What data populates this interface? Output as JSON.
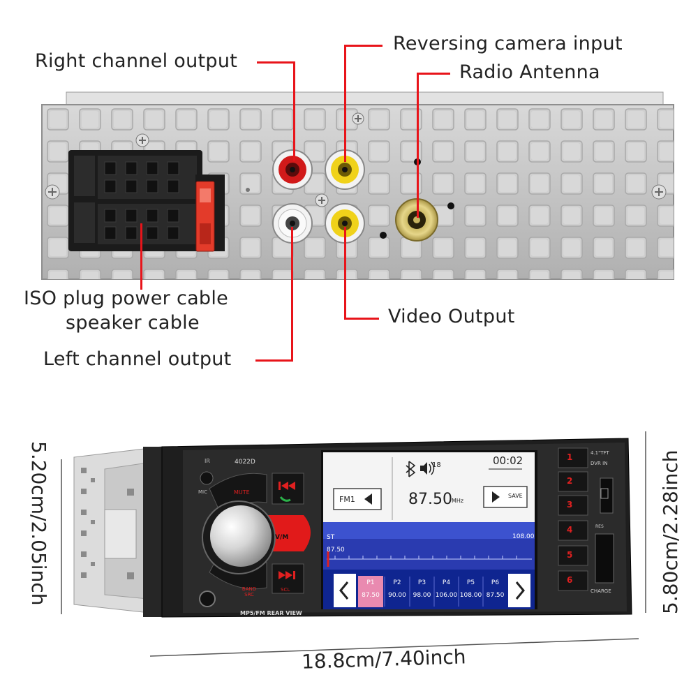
{
  "labels": {
    "right_channel": "Right channel output",
    "reversing_camera": "Reversing camera input",
    "radio_antenna": "Radio Antenna",
    "iso_plug_line1": "ISO plug power cable",
    "iso_plug_line2": "speaker cable",
    "video_output": "Video Output",
    "left_channel": "Left channel output"
  },
  "dimensions": {
    "height_left": "5.20cm/2.05inch",
    "height_right": "5.80cm/2.28inch",
    "width": "18.8cm/7.40inch"
  },
  "device": {
    "ir": "IR",
    "mic": "MIC",
    "model": "4022D",
    "mute": "MUTE",
    "v_m": "V/M",
    "band": "BAND",
    "band_sub": "SRC",
    "scl": "SCL",
    "footer": "MP5/FM REAR VIEW",
    "tft": "4.1\"TFT",
    "dvr_in": "DVR IN",
    "res": "RES",
    "charge": "CHARGE",
    "side_buttons": [
      "1",
      "2",
      "3",
      "4",
      "5",
      "6"
    ]
  },
  "screen": {
    "volume": "18",
    "time": "00:02",
    "band_label": "FM1",
    "frequency": "87.50",
    "unit": "MHz",
    "save": "SAVE",
    "st": "ST",
    "scale_min": "87.50",
    "scale_max": "108.00",
    "presets": [
      {
        "name": "P1",
        "freq": "87.50"
      },
      {
        "name": "P2",
        "freq": "90.00"
      },
      {
        "name": "P3",
        "freq": "98.00"
      },
      {
        "name": "P4",
        "freq": "106.00"
      },
      {
        "name": "P5",
        "freq": "108.00"
      },
      {
        "name": "P6",
        "freq": "87.50"
      }
    ]
  },
  "colors": {
    "accent": "#e8141a",
    "screen_bg": "#2a3bb0",
    "preset_active": "#e98ab0"
  }
}
